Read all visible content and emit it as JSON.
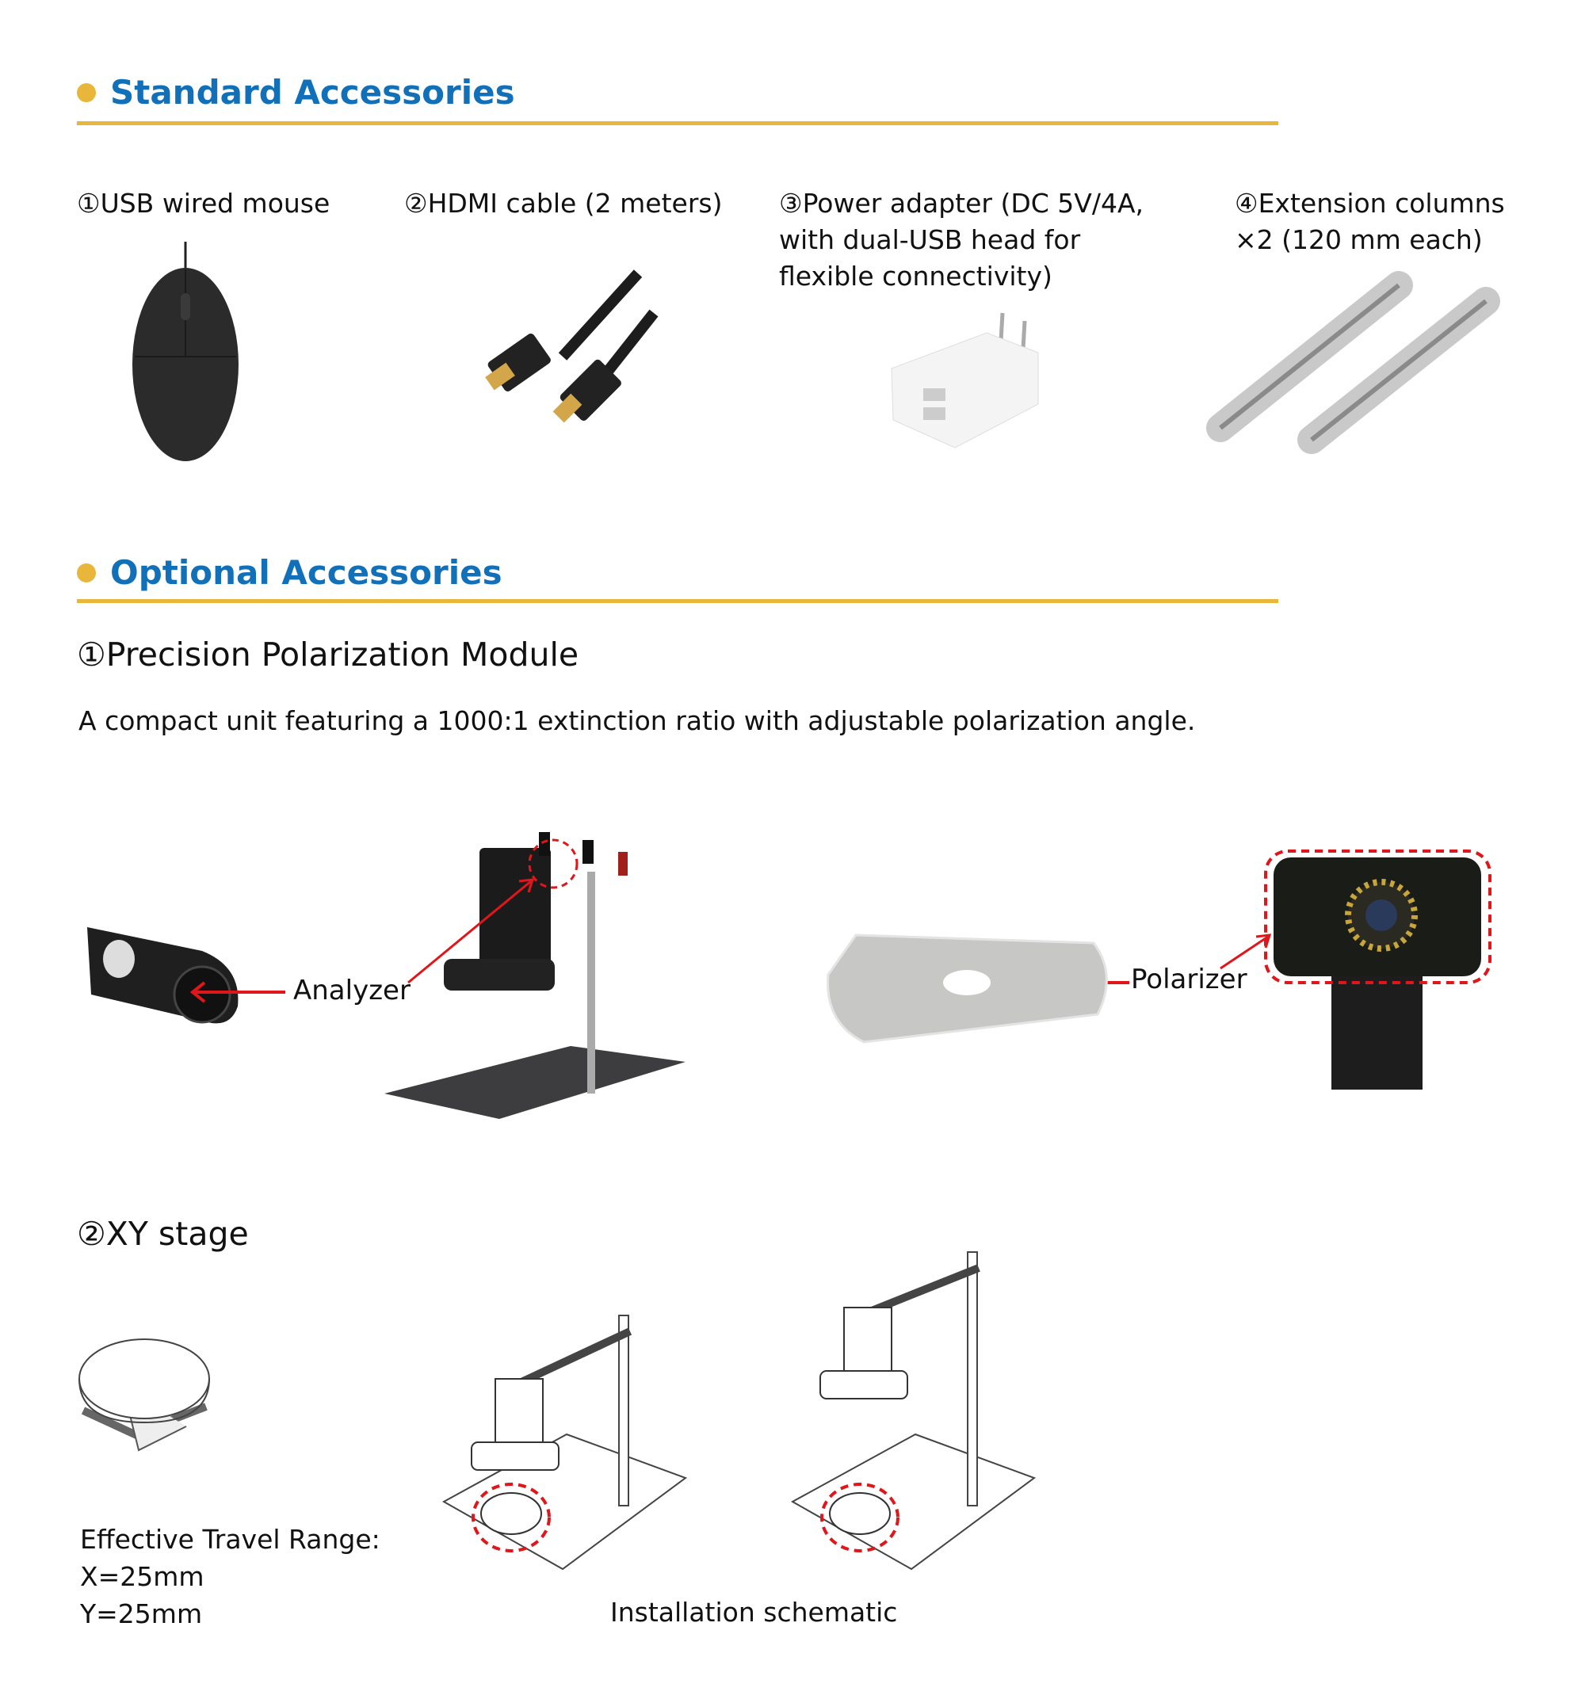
{
  "standard": {
    "title": "Standard Accessories",
    "items": [
      {
        "label": "①USB wired mouse"
      },
      {
        "label": "②HDMI cable (2 meters)"
      },
      {
        "label": "③Power adapter (DC 5V/4A, with dual-USB head for flexible connectivity)"
      },
      {
        "label": "④Extension columns ×2 (120 mm each)"
      }
    ]
  },
  "optional": {
    "title": "Optional Accessories",
    "polarization": {
      "title": "①Precision Polarization Module",
      "description": "A compact unit featuring a 1000:1 extinction ratio with adjustable polarization angle.",
      "analyzer_label": "Analyzer",
      "polarizer_label": "Polarizer"
    },
    "xy_stage": {
      "title": "②XY stage",
      "travel_title": "Effective Travel Range:",
      "travel_x": "X=25mm",
      "travel_y": "Y=25mm",
      "schematic_caption": "Installation schematic"
    }
  },
  "colors": {
    "accent": "#e8b63a",
    "heading": "#1170b8",
    "callout": "#e0161b"
  }
}
